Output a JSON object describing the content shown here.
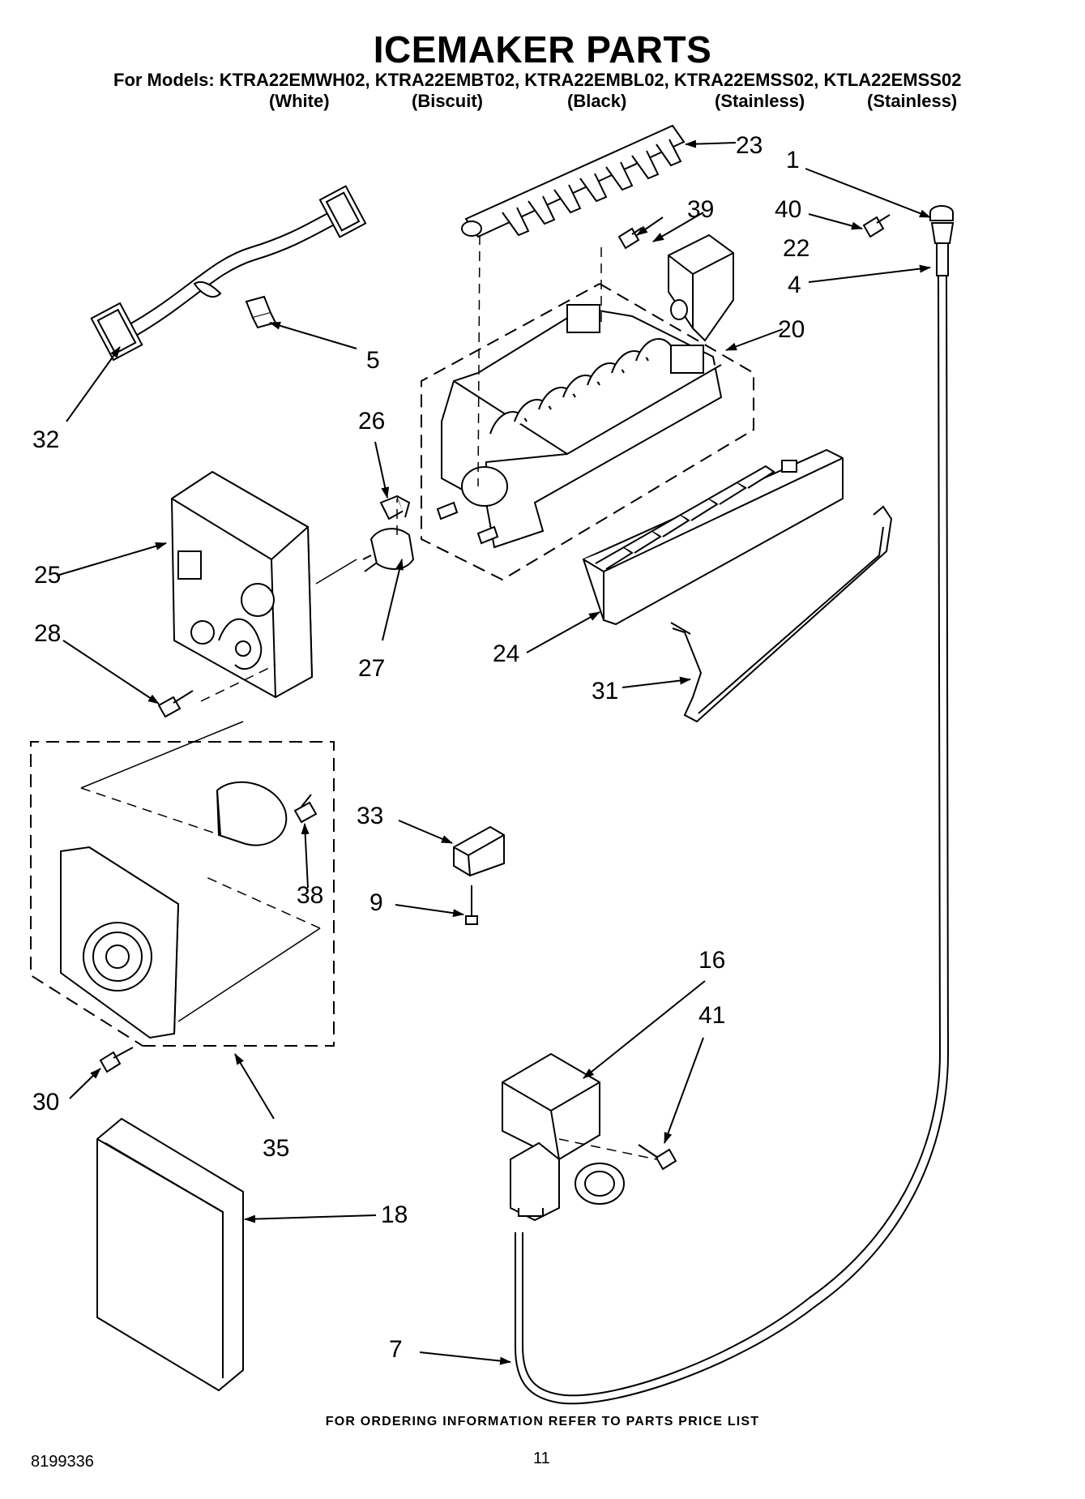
{
  "header": {
    "title": "ICEMAKER PARTS",
    "models_line": "For Models: KTRA22EMWH02, KTRA22EMBT02, KTRA22EMBL02, KTRA22EMSS02, KTLA22EMSS02",
    "colors": [
      "(White)",
      "(Biscuit)",
      "(Black)",
      "(Stainless)",
      "(Stainless)"
    ]
  },
  "callouts": {
    "c1": "1",
    "c4": "4",
    "c5": "5",
    "c7": "7",
    "c9": "9",
    "c16": "16",
    "c18": "18",
    "c20": "20",
    "c22": "22",
    "c23": "23",
    "c24": "24",
    "c25": "25",
    "c26": "26",
    "c27": "27",
    "c28": "28",
    "c30": "30",
    "c31": "31",
    "c32": "32",
    "c33": "33",
    "c35": "35",
    "c38": "38",
    "c39": "39",
    "c40": "40",
    "c41": "41"
  },
  "footer": {
    "note": "FOR ORDERING INFORMATION REFER TO PARTS PRICE LIST",
    "doc_number": "8199336",
    "page_number": "11"
  }
}
